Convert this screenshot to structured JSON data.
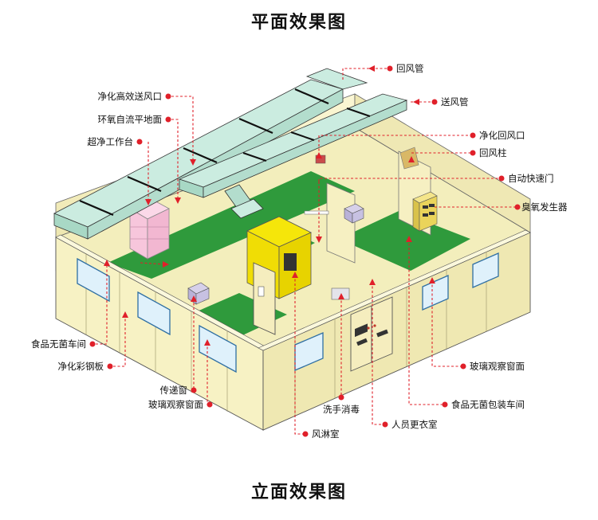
{
  "titles": {
    "plan": "平面效果图",
    "elevation": "立面效果图"
  },
  "labels": {
    "return_air_duct": "回风管",
    "supply_air_duct": "送风管",
    "hepa_supply_outlet": "净化高效送风口",
    "epoxy_floor": "环氧自流平地面",
    "clean_bench": "超净工作台",
    "clean_return_outlet": "净化回风口",
    "return_air_column": "回风柱",
    "auto_fast_door": "自动快速门",
    "ozone_generator": "臭氧发生器",
    "food_sterile_workshop": "食品无菌车间",
    "clean_color_steel_panel": "净化彩钢板",
    "pass_box": "传递窗",
    "glass_window_left": "玻璃观察窗面",
    "hand_wash": "洗手消毒",
    "air_shower": "风淋室",
    "changing_room": "人员更衣室",
    "food_packaging_workshop": "食品无菌包装车间",
    "glass_window_right": "玻璃观察窗面"
  },
  "colors": {
    "floor_green": "#2f9a3c",
    "wall_cream": "#f7f2c4",
    "duct_teal": "#b9e3d2",
    "air_shower_yellow": "#f5e60a",
    "clean_bench_pink": "#f7c6dc",
    "leader_red": "#e0202a"
  }
}
